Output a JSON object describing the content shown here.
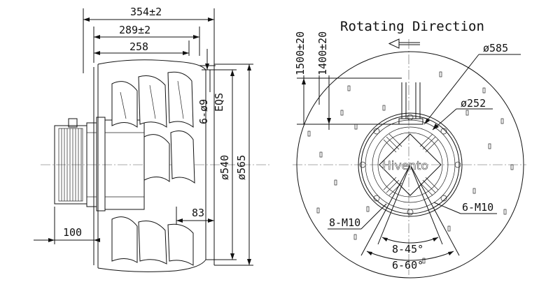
{
  "side_view": {
    "overall_depth": "354±2",
    "mid_depth": "289±2",
    "rotor_depth": "258",
    "mount_holes": "6-ø9",
    "mount_holes_note": "EQS",
    "mount_circle": "ø540",
    "outer_diameter": "ø565",
    "inlet_offset": "83",
    "motor_offset": "100"
  },
  "front_view": {
    "title": "Rotating Direction",
    "lead_1500": "1500±20",
    "lead_1400": "1400±20",
    "impeller_diameter": "ø585",
    "hub_diameter": "ø252",
    "bolts_right": "6-M10",
    "bolts_left": "8-M10",
    "angle_inner": "8-45°",
    "angle_outer": "6-60°"
  },
  "watermark": "Hivento"
}
